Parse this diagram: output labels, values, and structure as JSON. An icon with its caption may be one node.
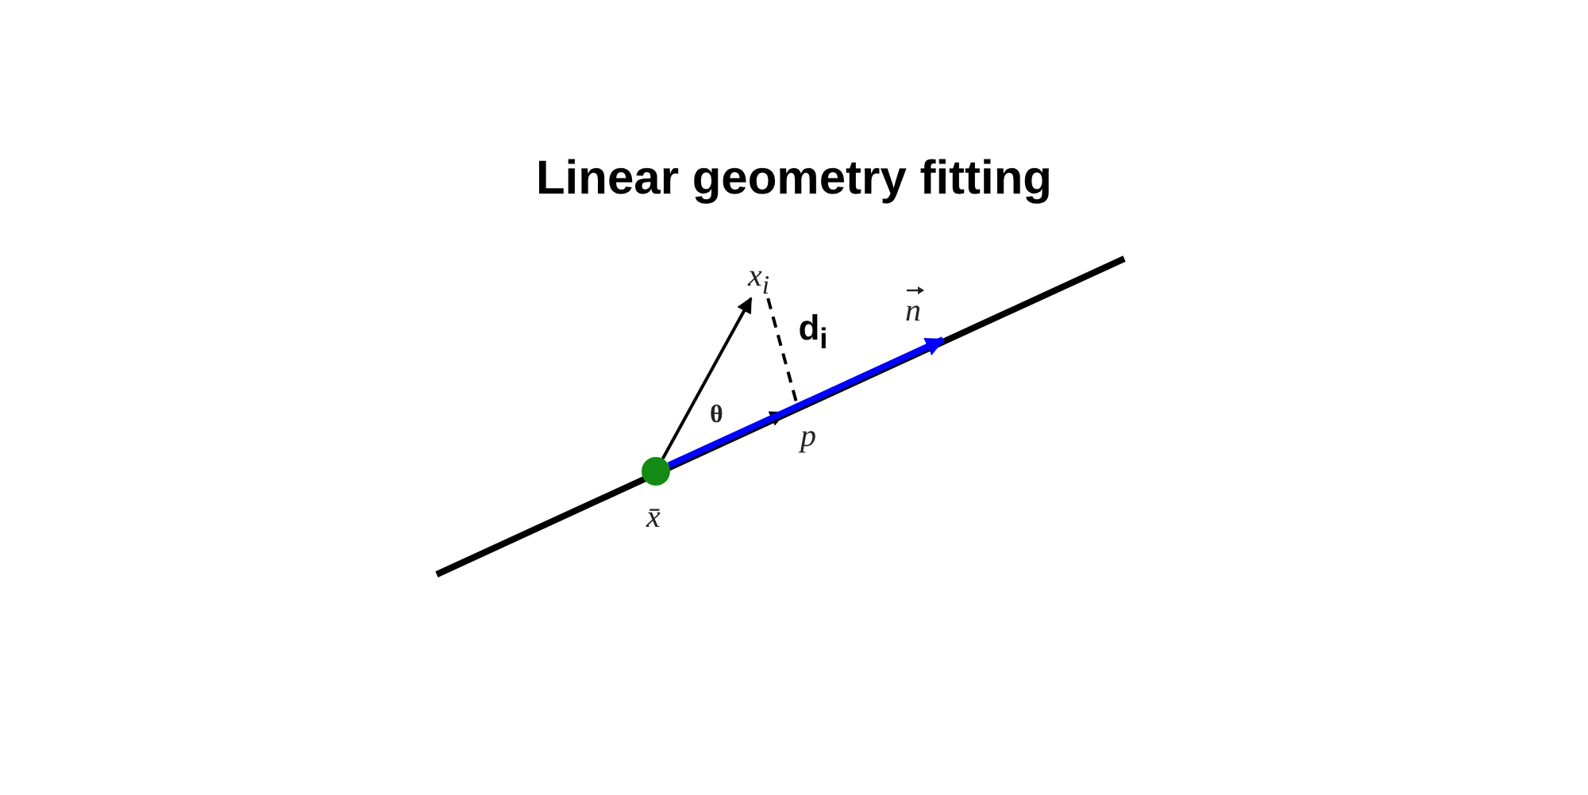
{
  "diagram": {
    "title": "Linear geometry fitting",
    "nodes": [
      {
        "text": [],
        "shape": "circle",
        "beside": [
          "x̄"
        ]
      },
      {
        "text": [
          "x$_{i}$"
        ]
      },
      {
        "text": [
          "p"
        ]
      },
      {
        "text": [
          "n⃗"
        ]
      }
    ],
    "edges": [
      {
        "from": 0,
        "to": 1,
        "arrow": "to"
      },
      {
        "from": 0,
        "to": 2,
        "arrow": "to"
      },
      {
        "from": 1,
        "to": 2,
        "arrow": "none",
        "style": "dashed",
        "label": "d$_{i}$"
      },
      {
        "from": 0,
        "to": 3,
        "arrow": "to",
        "style": "thick",
        "color": "#0000ff"
      }
    ],
    "labels": [
      "θ"
    ]
  }
}
